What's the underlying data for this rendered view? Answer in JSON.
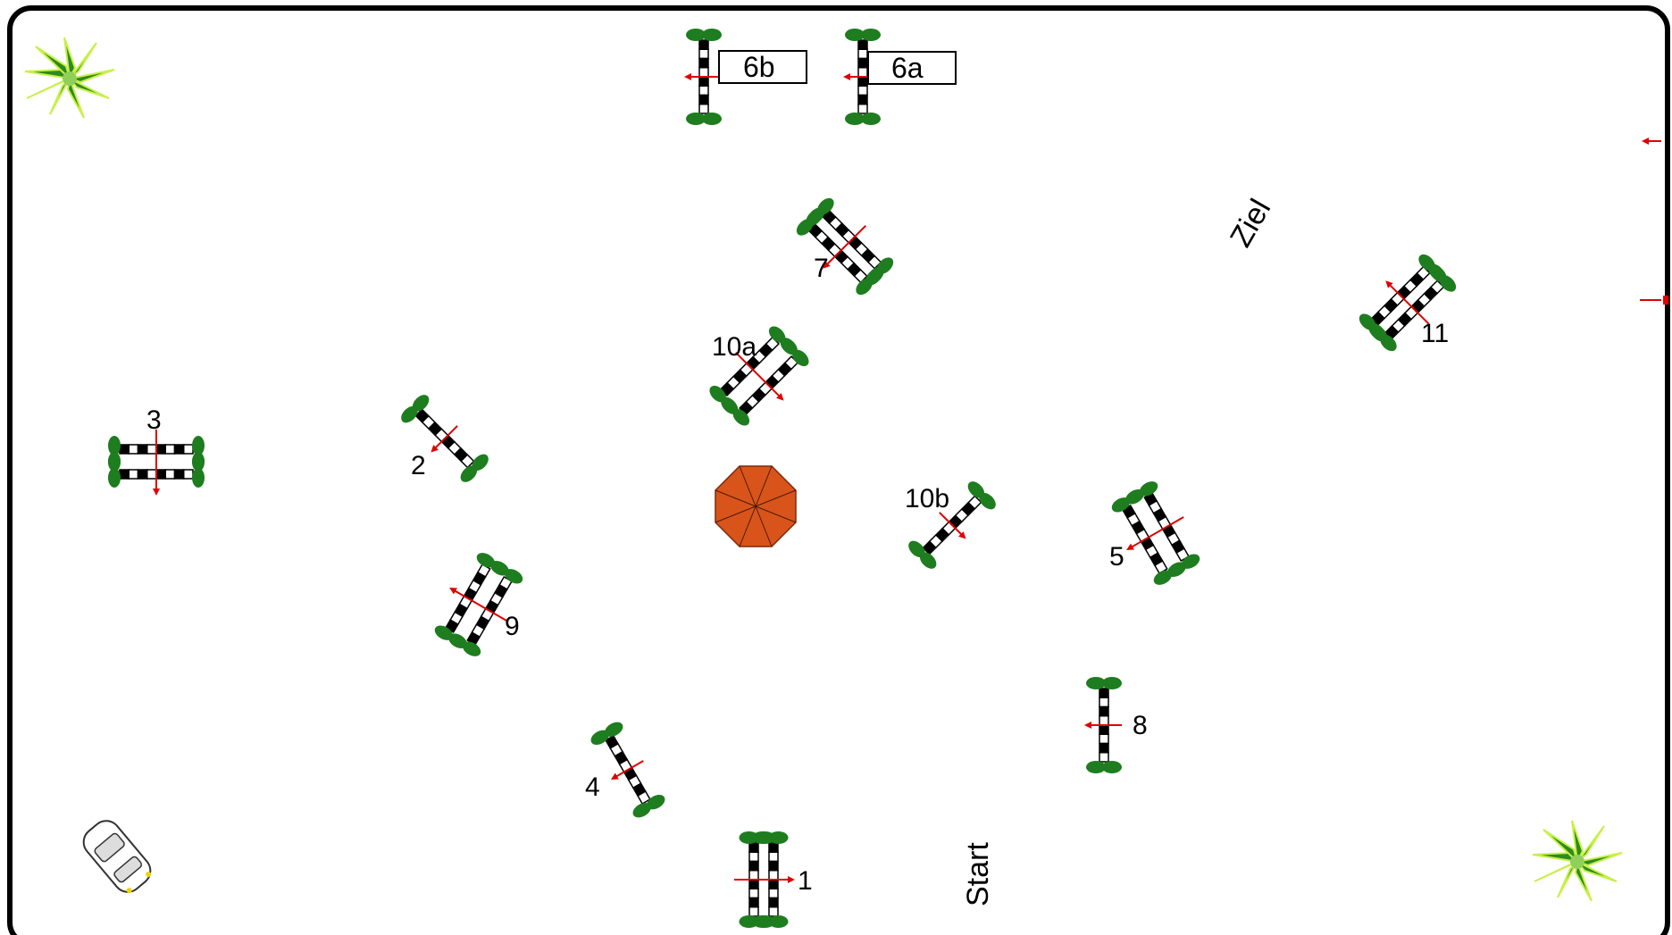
{
  "course": {
    "start_label": "Start",
    "finish_label": "Ziel",
    "obstacles": [
      {
        "id": "1",
        "label": "1",
        "kind": "oxer"
      },
      {
        "id": "2",
        "label": "2",
        "kind": "vertical"
      },
      {
        "id": "3",
        "label": "3",
        "kind": "oxer"
      },
      {
        "id": "4",
        "label": "4",
        "kind": "vertical"
      },
      {
        "id": "5",
        "label": "5",
        "kind": "oxer"
      },
      {
        "id": "6a",
        "label": "6a",
        "kind": "vertical"
      },
      {
        "id": "6b",
        "label": "6b",
        "kind": "vertical"
      },
      {
        "id": "7",
        "label": "7",
        "kind": "oxer"
      },
      {
        "id": "8",
        "label": "8",
        "kind": "vertical"
      },
      {
        "id": "9",
        "label": "9",
        "kind": "oxer"
      },
      {
        "id": "10a",
        "label": "10a",
        "kind": "oxer"
      },
      {
        "id": "10b",
        "label": "10b",
        "kind": "vertical"
      },
      {
        "id": "11",
        "label": "11",
        "kind": "oxer"
      }
    ]
  },
  "colors": {
    "rail_dark": "#000000",
    "rail_light": "#ffffff",
    "shrub": "#1e7d1e",
    "arrow": "#e00000",
    "umbrella": "#d9541a",
    "border": "#000000"
  },
  "icons": [
    "palm-plant-icon",
    "car-icon",
    "umbrella-icon"
  ]
}
